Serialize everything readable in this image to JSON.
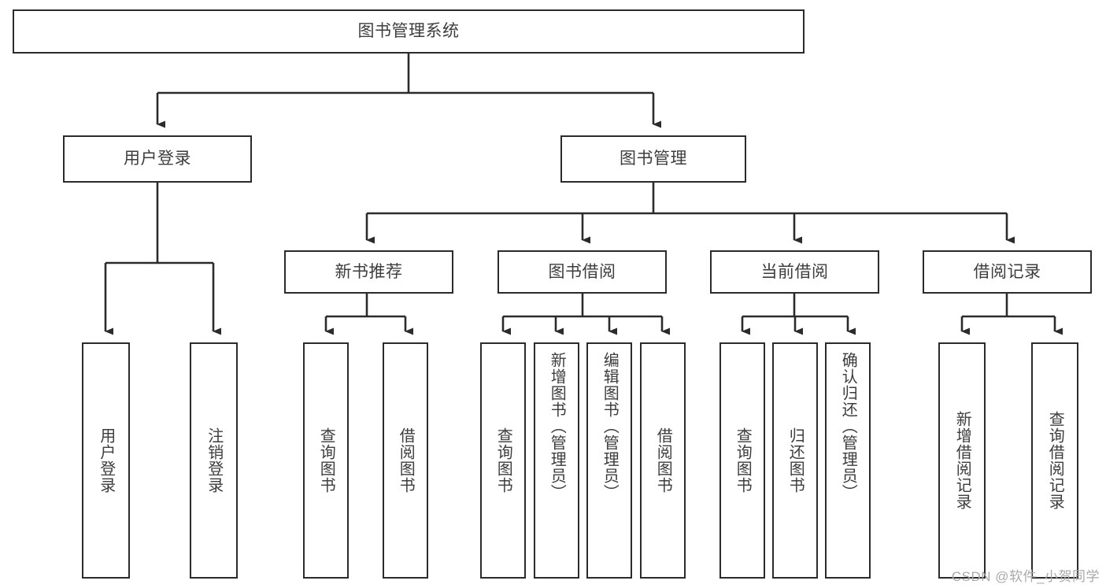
{
  "diagram": {
    "type": "tree-hierarchy-chart",
    "title": "图书管理系统",
    "colors": {
      "box_border": "#2b2b2b",
      "box_fill": "#ffffff",
      "connector": "#2b2b2b",
      "text": "#3d3d3d",
      "watermark": "#a9a9a9",
      "background": "#ffffff"
    },
    "root": {
      "label": "图书管理系统"
    },
    "level2": [
      {
        "id": "user-login",
        "label": "用户登录"
      },
      {
        "id": "book-management",
        "label": "图书管理"
      }
    ],
    "level3": [
      {
        "id": "new-book-recommend",
        "label": "新书推荐"
      },
      {
        "id": "book-borrow",
        "label": "图书借阅"
      },
      {
        "id": "current-borrow",
        "label": "当前借阅"
      },
      {
        "id": "borrow-record",
        "label": "借阅记录"
      }
    ],
    "leaves": [
      {
        "id": "leaf-user-login",
        "label": "用户登录",
        "parent": "user-login"
      },
      {
        "id": "leaf-logout-login",
        "label": "注销登录",
        "parent": "user-login"
      },
      {
        "id": "leaf-query-book-1",
        "label": "查询图书",
        "parent": "new-book-recommend"
      },
      {
        "id": "leaf-borrow-book-1",
        "label": "借阅图书",
        "parent": "new-book-recommend"
      },
      {
        "id": "leaf-query-book-2",
        "label": "查询图书",
        "parent": "book-borrow"
      },
      {
        "id": "leaf-add-book",
        "label": "新增图书（管理员）",
        "parent": "book-borrow"
      },
      {
        "id": "leaf-edit-book",
        "label": "编辑图书（管理员）",
        "parent": "book-borrow"
      },
      {
        "id": "leaf-borrow-book-2",
        "label": "借阅图书",
        "parent": "book-borrow"
      },
      {
        "id": "leaf-query-book-3",
        "label": "查询图书",
        "parent": "current-borrow"
      },
      {
        "id": "leaf-return-book",
        "label": "归还图书",
        "parent": "current-borrow"
      },
      {
        "id": "leaf-confirm-return",
        "label": "确认归还（管理员）",
        "parent": "current-borrow"
      },
      {
        "id": "leaf-add-record",
        "label": "新增借阅记录",
        "parent": "borrow-record"
      },
      {
        "id": "leaf-query-record",
        "label": "查询借阅记录",
        "parent": "borrow-record"
      }
    ]
  },
  "watermark": {
    "text": "CSDN @软件_小贺同学"
  }
}
